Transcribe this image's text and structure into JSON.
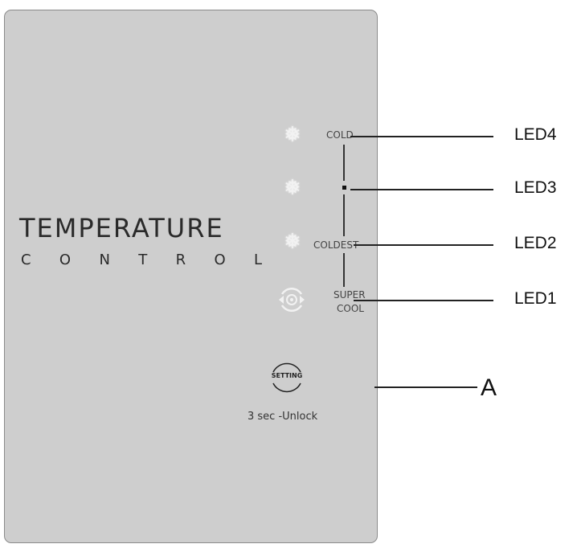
{
  "panel": {
    "title": "TEMPERATURE",
    "subtitle_letters": [
      "C",
      "O",
      "N",
      "T",
      "R",
      "O",
      "L"
    ]
  },
  "leds": [
    {
      "panel_label": "COLD",
      "callout": "LED4"
    },
    {
      "panel_label": "",
      "callout": "LED3"
    },
    {
      "panel_label": "COLDEST",
      "callout": "LED2"
    },
    {
      "panel_label_line1": "SUPER",
      "panel_label_line2": "COOL",
      "callout": "LED1"
    }
  ],
  "setting": {
    "button_label": "SETTING",
    "hint": "3 sec -Unlock",
    "callout": "A"
  },
  "icons": {
    "snowflake": "snowflake-icon",
    "supercool": "supercool-icon",
    "setting": "setting-button-icon"
  }
}
